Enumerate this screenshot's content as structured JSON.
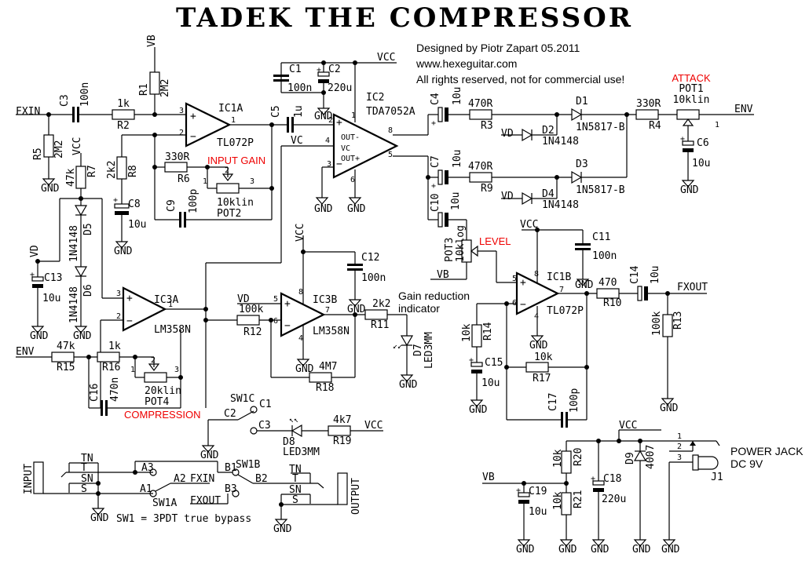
{
  "title": "TADEK THE COMPRESSOR",
  "credits": {
    "line1": "Designed by Piotr Zapart 05.2011",
    "line2": "www.hexeguitar.com",
    "line3": "All rights reserved, not for commercial use!"
  },
  "controls": {
    "attack": "ATTACK",
    "input_gain": "INPUT GAIN",
    "level": "LEVEL",
    "compression": "COMPRESSION"
  },
  "nets": {
    "fxin": "FXIN",
    "fxout": "FXOUT",
    "env": "ENV",
    "vcc": "VCC",
    "vb": "VB",
    "vd": "VD",
    "vc": "VC",
    "gnd": "GND"
  },
  "ics": {
    "ic1a": {
      "name": "IC1A",
      "part": "TL072P"
    },
    "ic1b": {
      "name": "IC1B",
      "part": "TL072P"
    },
    "ic2": {
      "name": "IC2",
      "part": "TDA7052A",
      "pins": [
        "OUT-",
        "VC",
        "OUT+"
      ]
    },
    "ic3a": {
      "name": "IC3A",
      "part": "LM358N"
    },
    "ic3b": {
      "name": "IC3B",
      "part": "LM358N"
    }
  },
  "resistors": {
    "r1": [
      "R1",
      "2M2"
    ],
    "r2": [
      "R2",
      "1k"
    ],
    "r3": [
      "R3",
      "470R"
    ],
    "r4": [
      "R4",
      "330R"
    ],
    "r5": [
      "R5",
      "2M2"
    ],
    "r6": [
      "R6",
      "330R"
    ],
    "r7": [
      "R7",
      "47k"
    ],
    "r8": [
      "R8",
      "2k2"
    ],
    "r9": [
      "R9",
      "470R"
    ],
    "r10": [
      "R10",
      "470"
    ],
    "r11": [
      "R11",
      "2k2"
    ],
    "r12": [
      "R12",
      "100k"
    ],
    "r13": [
      "R13",
      "100k"
    ],
    "r14": [
      "R14",
      "10k"
    ],
    "r15": [
      "R15",
      "47k"
    ],
    "r16": [
      "R16",
      "1k"
    ],
    "r17": [
      "R17",
      "10k"
    ],
    "r18": [
      "R18",
      "4M7"
    ],
    "r19": [
      "R19",
      "4k7"
    ],
    "r20": [
      "R20",
      "10k"
    ],
    "r21": [
      "R21",
      "10k"
    ]
  },
  "capacitors": {
    "c1": [
      "C1",
      "100n"
    ],
    "c2": [
      "C2",
      "220u"
    ],
    "c3": [
      "C3",
      "100n"
    ],
    "c4": [
      "C4",
      "10u"
    ],
    "c5": [
      "C5",
      "1u"
    ],
    "c6": [
      "C6",
      "10u"
    ],
    "c7": [
      "C7",
      "10u"
    ],
    "c8": [
      "C8",
      "10u"
    ],
    "c9": [
      "C9",
      "100p"
    ],
    "c10": [
      "C10",
      "10u"
    ],
    "c11": [
      "C11",
      "100n"
    ],
    "c12": [
      "C12",
      "100n"
    ],
    "c13": [
      "C13",
      "10u"
    ],
    "c14": [
      "C14",
      "10u"
    ],
    "c15": [
      "C15",
      "10u"
    ],
    "c16": [
      "C16",
      "470n"
    ],
    "c17": [
      "C17",
      "100p"
    ],
    "c18": [
      "C18",
      "220u"
    ],
    "c19": [
      "C19",
      "10u"
    ]
  },
  "diodes": {
    "d1": [
      "D1",
      "1N5817-B"
    ],
    "d2": [
      "D2",
      "1N4148"
    ],
    "d3": [
      "D3",
      "1N5817-B"
    ],
    "d4": [
      "D4",
      "1N4148"
    ],
    "d5": [
      "D5",
      "1N4148"
    ],
    "d6": [
      "D6",
      "1N4148"
    ],
    "d7": [
      "D7",
      "LED3MM"
    ],
    "d8": [
      "D8",
      "LED3MM"
    ],
    "d9": [
      "D9",
      "4007"
    ]
  },
  "pots": {
    "pot1": [
      "POT1",
      "10klin"
    ],
    "pot2": [
      "POT2",
      "10klin"
    ],
    "pot3": [
      "POT3",
      "10klog"
    ],
    "pot4": [
      "POT4",
      "20klin"
    ]
  },
  "switch": {
    "sw1a": "SW1A",
    "sw1b": "SW1B",
    "sw1c": "SW1C",
    "pins": [
      "A1",
      "A2",
      "A3",
      "B1",
      "B2",
      "B3",
      "C1",
      "C2",
      "C3"
    ],
    "note": "SW1 = 3PDT true bypass"
  },
  "jacks": {
    "input": "INPUT",
    "output": "OUTPUT",
    "contacts": [
      "TN",
      "T",
      "SN",
      "S"
    ],
    "power_line1": "POWER JACK",
    "power_line2": "DC 9V",
    "j1": "J1",
    "j1_pins": [
      "1",
      "2",
      "3"
    ]
  },
  "gain_indicator": {
    "line1": "Gain reduction",
    "line2": "indicator"
  }
}
